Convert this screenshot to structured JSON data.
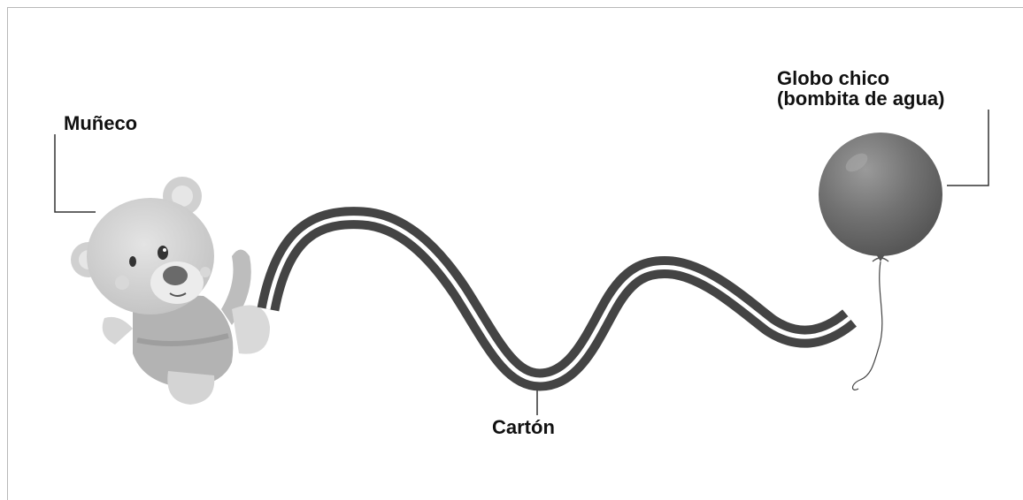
{
  "labels": {
    "muneco": "Muñeco",
    "carton": "Cartón",
    "globo_line1": "Globo chico",
    "globo_line2": "(bombita de agua)"
  },
  "colors": {
    "strip": "#444444",
    "balloon": "#6e6e6e",
    "leader": "#333333",
    "bear": "#c8c8c8"
  }
}
